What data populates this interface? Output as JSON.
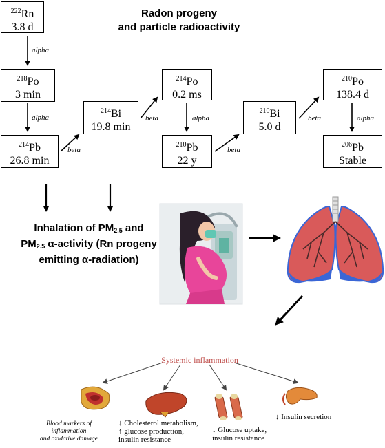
{
  "title": {
    "line1": "Radon progeny",
    "line2": "and particle radioactivity"
  },
  "nuclides": [
    {
      "id": "rn222",
      "mass": "222",
      "symbol": "Rn",
      "half_life": "3.8 d"
    },
    {
      "id": "po218",
      "mass": "218",
      "symbol": "Po",
      "half_life": "3 min"
    },
    {
      "id": "pb214",
      "mass": "214",
      "symbol": "Pb",
      "half_life": "26.8 min"
    },
    {
      "id": "bi214",
      "mass": "214",
      "symbol": "Bi",
      "half_life": "19.8 min"
    },
    {
      "id": "po214",
      "mass": "214",
      "symbol": "Po",
      "half_life": "0.2 ms"
    },
    {
      "id": "pb210",
      "mass": "210",
      "symbol": "Pb",
      "half_life": "22 y"
    },
    {
      "id": "bi210",
      "mass": "210",
      "symbol": "Bi",
      "half_life": "5.0 d"
    },
    {
      "id": "po210",
      "mass": "210",
      "symbol": "Po",
      "half_life": "138.4 d"
    },
    {
      "id": "pb206",
      "mass": "206",
      "symbol": "Pb",
      "half_life": "Stable"
    }
  ],
  "decays": {
    "alpha": "alpha",
    "beta": "beta"
  },
  "inhalation": {
    "line1_a": "Inhalation of PM",
    "line1_sub": "2.5",
    "line1_b": " and",
    "line2_a": "PM",
    "line2_sub": "2.5",
    "line2_b": " α-activity  (Rn progeny",
    "line3": "emitting α-radiation)"
  },
  "systemic": {
    "title": "Systemic inflammation",
    "outcomes": {
      "blood": [
        "Blood markers of",
        "inflammation",
        "and oxidative damage"
      ],
      "liver": [
        "↓ Cholesterol metabolism,",
        "↑ glucose production,",
        "insulin resistance"
      ],
      "muscle": [
        "↓ Glucose uptake,",
        "insulin resistance"
      ],
      "pancreas": [
        "↓ Insulin secretion"
      ]
    }
  },
  "icons": {
    "person": "pregnant-woman-icon",
    "lungs": "lungs-icon",
    "vessel": "blood-vessel-icon",
    "liver": "liver-icon",
    "muscle": "muscle-icon",
    "pancreas": "pancreas-icon"
  },
  "colors": {
    "lung": "#d95a5a",
    "lung_edge": "#3a66d6",
    "dress": "#e8459a",
    "inflammation": "#c0504d"
  }
}
